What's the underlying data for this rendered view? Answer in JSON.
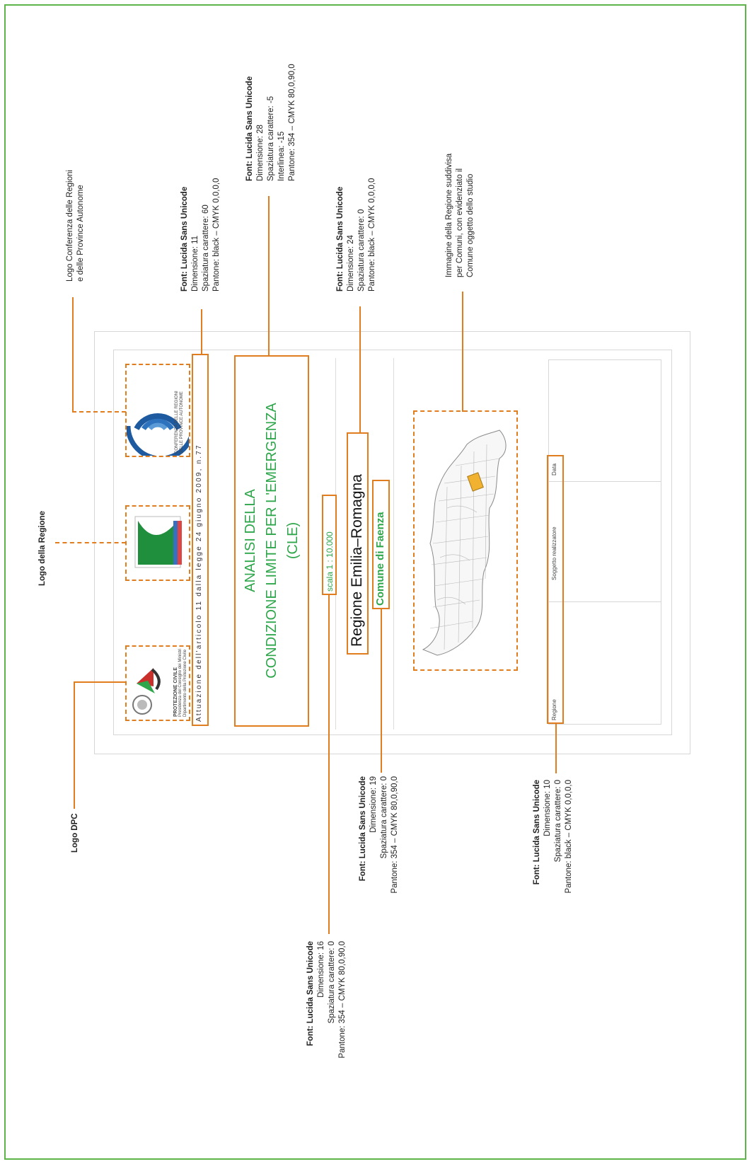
{
  "annotations": {
    "logo_conferenza": [
      "Logo Conferenza delle Regioni",
      "e delle Province Autonome"
    ],
    "logo_regione": [
      "Logo della Regione"
    ],
    "logo_dpc": [
      "Logo DPC"
    ],
    "subtitle_font": [
      "Font: Lucida Sans Unicode",
      "Dimensione: 11",
      "Spaziatura carattere: 60",
      "Pantone: black – CMYK 0,0,0,0"
    ],
    "title_font": [
      "Font: Lucida Sans Unicode",
      "Dimensione: 28",
      "Spaziatura carattere: -5",
      "Interlinea: -15",
      "Pantone: 354 – CMYK  80,0,90,0"
    ],
    "region_font": [
      "Font: Lucida Sans Unicode",
      "Dimensione: 24",
      "Spaziatura carattere: 0",
      "Pantone: black – CMYK 0,0,0,0"
    ],
    "map_desc": [
      "Immagine della Regione suddivisa",
      "per Comuni, con evidenziato il",
      "Comune oggetto dello studio"
    ],
    "comune_font": [
      "Font: Lucida Sans Unicode",
      "Dimensione: 19",
      "Spaziatura carattere: 0",
      "Pantone: 354 – CMYK  80,0,90,0"
    ],
    "table_font": [
      "Font: Lucida Sans Unicode",
      "Dimensione: 10",
      "Spaziatura carattere: 0",
      "Pantone: black – CMYK 0,0,0,0"
    ],
    "scale_font": [
      "Font: Lucida Sans Unicode",
      "Dimensione: 16",
      "Spaziatura carattere: 0",
      "Pantone: 354 – CMYK  80,0,90,0"
    ]
  },
  "cover": {
    "subtitle": "Attuazione dell'articolo 11 dalla legge 24 giugno 2009, n.77",
    "title_lines": [
      "ANALISI DELLA",
      "CONDIZIONE LIMITE PER L'EMERGENZA",
      "(CLE)"
    ],
    "scale": "scala 1 : 10.000",
    "region": "Regione Emilia–Romagna",
    "comune": "Comune di Faenza",
    "table_headers": [
      "Regione",
      "Soggetto realizzatore",
      "Data"
    ],
    "logo_dpc_text": [
      "PROTEZIONE CIVILE",
      "Presidenza del Consiglio dei Ministri",
      "Dipartimento della Protezione Civile"
    ],
    "logo_conferenza_text": [
      "CONFERENZA DELLE REGIONI",
      "DELLE PROVINCE AUTONOME"
    ]
  },
  "colors": {
    "annotation_line": "#e07d1f",
    "title_green": "#2fa64b",
    "frame_green": "#5db54a",
    "highlight": "#f0b230"
  },
  "icons": [
    "emblem-icon",
    "protezione-civile-logo",
    "regione-logo",
    "conferenza-logo",
    "region-map"
  ]
}
